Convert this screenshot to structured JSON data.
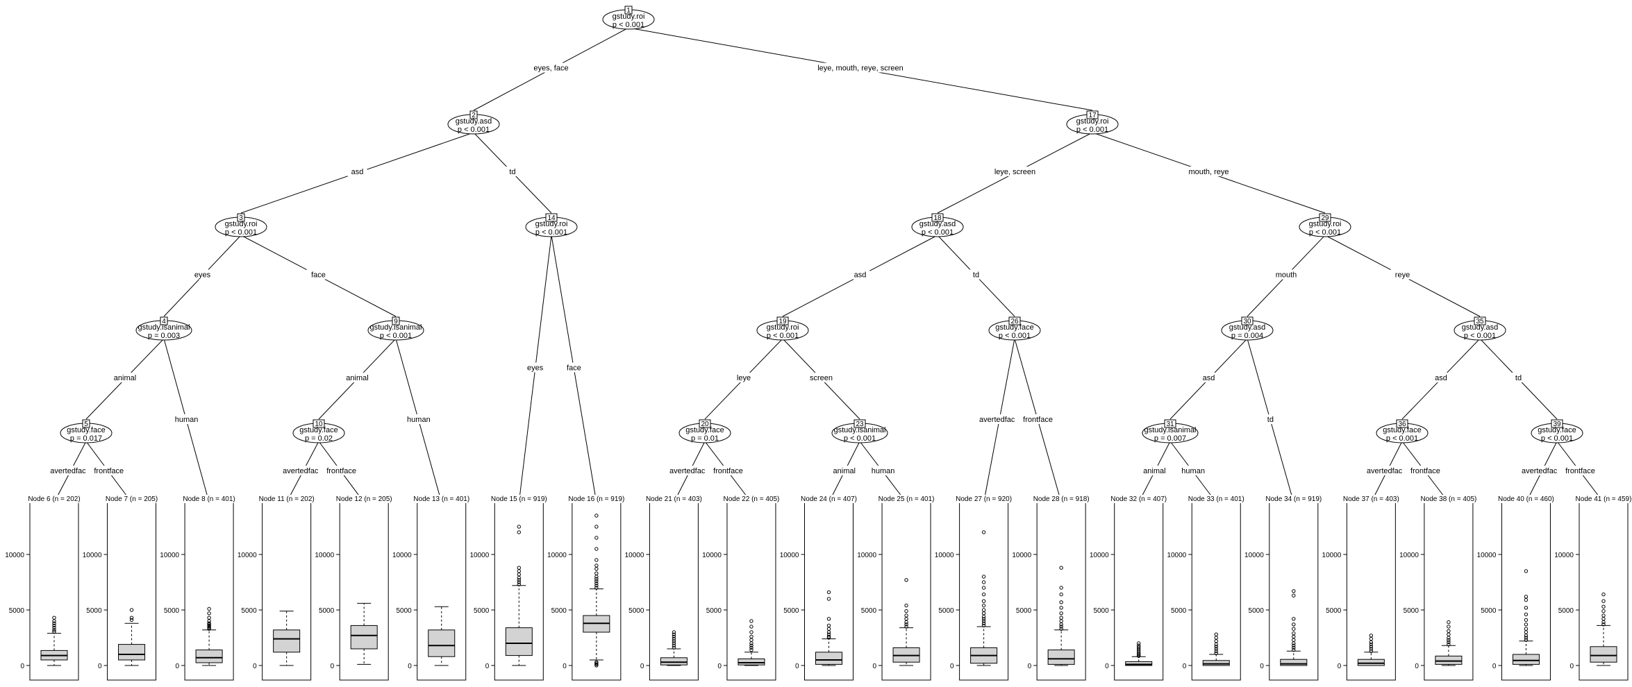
{
  "tree": {
    "inner_nodes": [
      {
        "id": "1",
        "var": "gstudy.roi",
        "p": "p < 0.001"
      },
      {
        "id": "2",
        "var": "gstudy.asd",
        "p": "p < 0.001"
      },
      {
        "id": "3",
        "var": "gstudy.roi",
        "p": "p < 0.001"
      },
      {
        "id": "4",
        "var": "gstudy.isanimal",
        "p": "p = 0.003"
      },
      {
        "id": "5",
        "var": "gstudy.face",
        "p": "p = 0.017"
      },
      {
        "id": "9",
        "var": "gstudy.isanimal",
        "p": "p < 0.001"
      },
      {
        "id": "10",
        "var": "gstudy.face",
        "p": "p = 0.02"
      },
      {
        "id": "14",
        "var": "gstudy.roi",
        "p": "p < 0.001"
      },
      {
        "id": "17",
        "var": "gstudy.roi",
        "p": "p < 0.001"
      },
      {
        "id": "18",
        "var": "gstudy.asd",
        "p": "p < 0.001"
      },
      {
        "id": "19",
        "var": "gstudy.roi",
        "p": "p < 0.001"
      },
      {
        "id": "20",
        "var": "gstudy.face",
        "p": "p = 0.01"
      },
      {
        "id": "23",
        "var": "gstudy.isanimal",
        "p": "p < 0.001"
      },
      {
        "id": "26",
        "var": "gstudy.face",
        "p": "p < 0.001"
      },
      {
        "id": "29",
        "var": "gstudy.roi",
        "p": "p < 0.001"
      },
      {
        "id": "30",
        "var": "gstudy.asd",
        "p": "p = 0.004"
      },
      {
        "id": "31",
        "var": "gstudy.isanimal",
        "p": "p = 0.007"
      },
      {
        "id": "35",
        "var": "gstudy.asd",
        "p": "p < 0.001"
      },
      {
        "id": "36",
        "var": "gstudy.face",
        "p": "p < 0.001"
      },
      {
        "id": "39",
        "var": "gstudy.face",
        "p": "p < 0.001"
      }
    ],
    "edges": [
      {
        "from": "1",
        "to": "2",
        "label": "eyes, face"
      },
      {
        "from": "1",
        "to": "17",
        "label": "leye, mouth, reye, screen"
      },
      {
        "from": "2",
        "to": "3",
        "label": "asd"
      },
      {
        "from": "2",
        "to": "14",
        "label": "td"
      },
      {
        "from": "3",
        "to": "4",
        "label": "eyes"
      },
      {
        "from": "3",
        "to": "9",
        "label": "face"
      },
      {
        "from": "4",
        "to": "5",
        "label": "animal"
      },
      {
        "from": "4",
        "to": "8",
        "label": "human"
      },
      {
        "from": "5",
        "to": "6",
        "label": "avertedface"
      },
      {
        "from": "5",
        "to": "7",
        "label": "frontface"
      },
      {
        "from": "9",
        "to": "10",
        "label": "animal"
      },
      {
        "from": "9",
        "to": "13",
        "label": "human"
      },
      {
        "from": "10",
        "to": "11",
        "label": "avertedface"
      },
      {
        "from": "10",
        "to": "12",
        "label": "frontface"
      },
      {
        "from": "14",
        "to": "15",
        "label": "eyes"
      },
      {
        "from": "14",
        "to": "16",
        "label": "face"
      },
      {
        "from": "17",
        "to": "18",
        "label": "leye, screen"
      },
      {
        "from": "17",
        "to": "29",
        "label": "mouth, reye"
      },
      {
        "from": "18",
        "to": "19",
        "label": "asd"
      },
      {
        "from": "18",
        "to": "26",
        "label": "td"
      },
      {
        "from": "19",
        "to": "20",
        "label": "leye"
      },
      {
        "from": "19",
        "to": "23",
        "label": "screen"
      },
      {
        "from": "20",
        "to": "21",
        "label": "avertedface"
      },
      {
        "from": "20",
        "to": "22",
        "label": "frontface"
      },
      {
        "from": "23",
        "to": "24",
        "label": "animal"
      },
      {
        "from": "23",
        "to": "25",
        "label": "human"
      },
      {
        "from": "26",
        "to": "27",
        "label": "avertedface"
      },
      {
        "from": "26",
        "to": "28",
        "label": "frontface"
      },
      {
        "from": "29",
        "to": "30",
        "label": "mouth"
      },
      {
        "from": "29",
        "to": "35",
        "label": "reye"
      },
      {
        "from": "30",
        "to": "31",
        "label": "asd"
      },
      {
        "from": "30",
        "to": "34",
        "label": "td"
      },
      {
        "from": "31",
        "to": "32",
        "label": "animal"
      },
      {
        "from": "31",
        "to": "33",
        "label": "human"
      },
      {
        "from": "35",
        "to": "36",
        "label": "asd"
      },
      {
        "from": "35",
        "to": "39",
        "label": "td"
      },
      {
        "from": "36",
        "to": "37",
        "label": "avertedface"
      },
      {
        "from": "36",
        "to": "38",
        "label": "frontface"
      },
      {
        "from": "39",
        "to": "40",
        "label": "avertedface"
      },
      {
        "from": "39",
        "to": "41",
        "label": "frontface"
      }
    ],
    "leaves": [
      {
        "id": "6",
        "title": "Node 6 (n = 202)",
        "q1": 500,
        "median": 900,
        "q3": 1350,
        "whisker_low": 0,
        "whisker_high": 2900,
        "outliers": [
          3050,
          3200,
          3400,
          3600,
          3800,
          4000,
          4300
        ]
      },
      {
        "id": "7",
        "title": "Node 7 (n = 205)",
        "q1": 500,
        "median": 1000,
        "q3": 1900,
        "whisker_low": 0,
        "whisker_high": 3800,
        "outliers": [
          4100,
          4300,
          5000
        ]
      },
      {
        "id": "8",
        "title": "Node 8 (n = 401)",
        "q1": 250,
        "median": 700,
        "q3": 1400,
        "whisker_low": 0,
        "whisker_high": 3200,
        "outliers": [
          3300,
          3400,
          3500,
          3600,
          3700,
          3800,
          4000,
          4300,
          4700,
          5100
        ]
      },
      {
        "id": "11",
        "title": "Node 11 (n = 202)",
        "q1": 1200,
        "median": 2400,
        "q3": 3200,
        "whisker_low": 0,
        "whisker_high": 4900,
        "outliers": []
      },
      {
        "id": "12",
        "title": "Node 12 (n = 205)",
        "q1": 1500,
        "median": 2700,
        "q3": 3600,
        "whisker_low": 100,
        "whisker_high": 5600,
        "outliers": []
      },
      {
        "id": "13",
        "title": "Node 13 (n = 401)",
        "q1": 800,
        "median": 1800,
        "q3": 3200,
        "whisker_low": 0,
        "whisker_high": 5300,
        "outliers": []
      },
      {
        "id": "15",
        "title": "Node 15 (n = 919)",
        "q1": 900,
        "median": 2000,
        "q3": 3400,
        "whisker_low": 0,
        "whisker_high": 7200,
        "outliers": [
          7300,
          7500,
          7700,
          7900,
          8200,
          8500,
          8800,
          12000,
          12500
        ]
      },
      {
        "id": "16",
        "title": "Node 16 (n = 919)",
        "q1": 3000,
        "median": 3800,
        "q3": 4500,
        "whisker_low": 500,
        "whisker_high": 6900,
        "outliers": [
          0,
          100,
          200,
          300,
          7000,
          7200,
          7400,
          7600,
          7800,
          8000,
          8300,
          8700,
          9000,
          9500,
          10500,
          11500,
          12500,
          13500
        ]
      },
      {
        "id": "21",
        "title": "Node 21 (n = 403)",
        "q1": 50,
        "median": 300,
        "q3": 700,
        "whisker_low": 0,
        "whisker_high": 1500,
        "outliers": [
          1600,
          1800,
          2000,
          2200,
          2400,
          2600,
          2800,
          3000
        ]
      },
      {
        "id": "22",
        "title": "Node 22 (n = 405)",
        "q1": 50,
        "median": 250,
        "q3": 600,
        "whisker_low": 0,
        "whisker_high": 1200,
        "outliers": [
          1400,
          1600,
          1800,
          2000,
          2300,
          2600,
          3000,
          3500,
          4000
        ]
      },
      {
        "id": "24",
        "title": "Node 24 (n = 407)",
        "q1": 100,
        "median": 500,
        "q3": 1200,
        "whisker_low": 0,
        "whisker_high": 2400,
        "outliers": [
          2500,
          2600,
          2800,
          3000,
          3300,
          3600,
          4200,
          6000,
          6600
        ]
      },
      {
        "id": "25",
        "title": "Node 25 (n = 401)",
        "q1": 300,
        "median": 900,
        "q3": 1600,
        "whisker_low": 0,
        "whisker_high": 3400,
        "outliers": [
          3500,
          3700,
          3900,
          4200,
          4500,
          4900,
          5400,
          7700
        ]
      },
      {
        "id": "27",
        "title": "Node 27 (n = 920)",
        "q1": 200,
        "median": 900,
        "q3": 1600,
        "whisker_low": 0,
        "whisker_high": 3500,
        "outliers": [
          3600,
          3800,
          4000,
          4200,
          4400,
          4700,
          5000,
          5400,
          5800,
          6400,
          7000,
          7500,
          8000,
          12000
        ]
      },
      {
        "id": "28",
        "title": "Node 28 (n = 918)",
        "q1": 100,
        "median": 600,
        "q3": 1400,
        "whisker_low": 0,
        "whisker_high": 3200,
        "outliers": [
          3300,
          3500,
          3700,
          4000,
          4300,
          4700,
          5200,
          5700,
          6400,
          7000,
          8800
        ]
      },
      {
        "id": "32",
        "title": "Node 32 (n = 407)",
        "q1": 0,
        "median": 100,
        "q3": 350,
        "whisker_low": 0,
        "whisker_high": 800,
        "outliers": [
          850,
          950,
          1050,
          1200,
          1350,
          1500,
          1650,
          1800,
          2000
        ]
      },
      {
        "id": "33",
        "title": "Node 33 (n = 401)",
        "q1": 0,
        "median": 150,
        "q3": 450,
        "whisker_low": 0,
        "whisker_high": 1000,
        "outliers": [
          1100,
          1300,
          1500,
          1700,
          1900,
          2200,
          2500,
          2800
        ]
      },
      {
        "id": "34",
        "title": "Node 34 (n = 919)",
        "q1": 0,
        "median": 150,
        "q3": 550,
        "whisker_low": 0,
        "whisker_high": 1300,
        "outliers": [
          1400,
          1600,
          1800,
          2000,
          2300,
          2600,
          2900,
          3300,
          3700,
          4200,
          6300,
          6700
        ]
      },
      {
        "id": "37",
        "title": "Node 37 (n = 403)",
        "q1": 0,
        "median": 200,
        "q3": 550,
        "whisker_low": 0,
        "whisker_high": 1200,
        "outliers": [
          1300,
          1500,
          1700,
          1900,
          2100,
          2400,
          2700
        ]
      },
      {
        "id": "38",
        "title": "Node 38 (n = 405)",
        "q1": 100,
        "median": 400,
        "q3": 850,
        "whisker_low": 0,
        "whisker_high": 1800,
        "outliers": [
          1900,
          2100,
          2300,
          2500,
          2800,
          3100,
          3500,
          3900
        ]
      },
      {
        "id": "40",
        "title": "Node 40 (n = 460)",
        "q1": 100,
        "median": 450,
        "q3": 1000,
        "whisker_low": 0,
        "whisker_high": 2200,
        "outliers": [
          2300,
          2500,
          2700,
          3000,
          3300,
          3700,
          4100,
          4600,
          5200,
          5900,
          6200,
          8500
        ]
      },
      {
        "id": "41",
        "title": "Node 41 (n = 459)",
        "q1": 300,
        "median": 900,
        "q3": 1700,
        "whisker_low": 0,
        "whisker_high": 3600,
        "outliers": [
          3700,
          3900,
          4200,
          4500,
          4900,
          5300,
          5800,
          6400
        ]
      }
    ],
    "y_axis": {
      "ticks": [
        0,
        5000,
        10000
      ],
      "tick_labels": [
        "0",
        "5000",
        "10000"
      ],
      "ymin": 0,
      "ymax": 14000
    }
  }
}
